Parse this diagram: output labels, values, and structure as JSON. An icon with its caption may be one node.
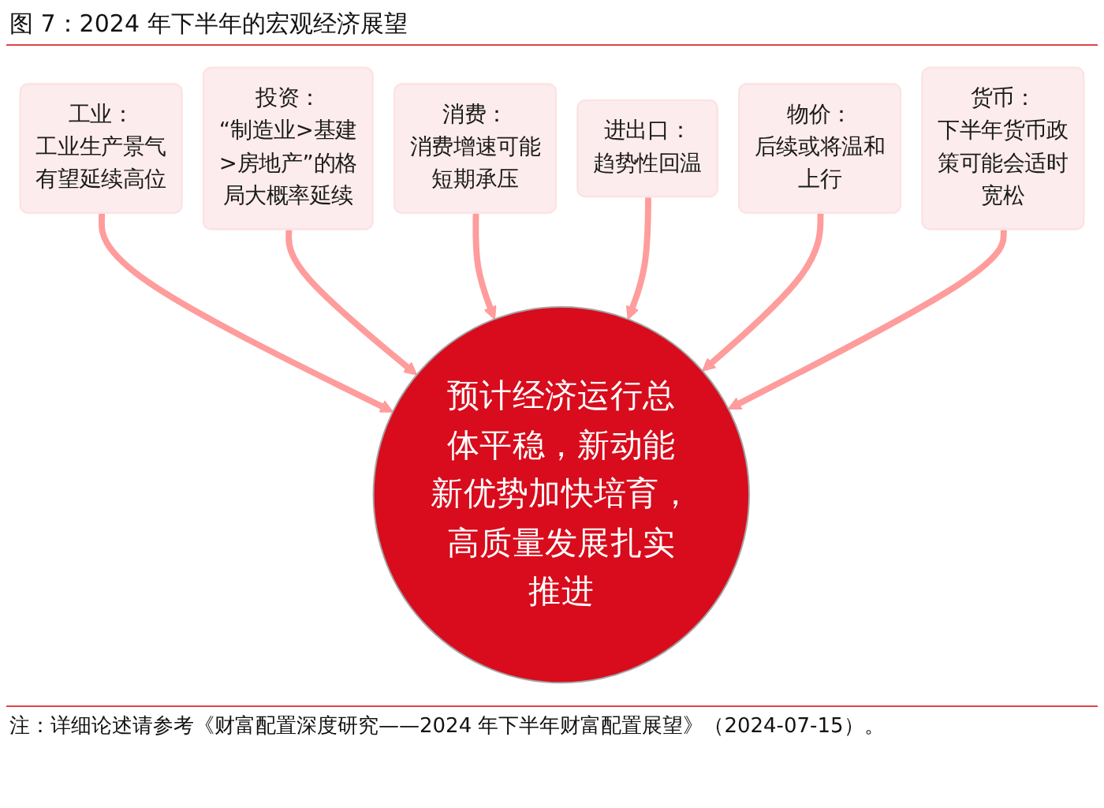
{
  "diagram": {
    "title": "图 7：2024 年下半年的宏观经济展望",
    "caption": "注：详细论述请参考《财富配置深度研究——2024 年下半年财富配置展望》（2024-07-15）。",
    "nodes": [
      {
        "text": [
          "工业：",
          "工业生产景气有望延续高位"
        ]
      },
      {
        "text": [
          "投资：",
          "“制造业>基建>房地产”的格局大概率延续"
        ]
      },
      {
        "text": [
          "消费：",
          "消费增速可能短期承压"
        ]
      },
      {
        "text": [
          "进出口：",
          "趋势性回温"
        ]
      },
      {
        "text": [
          "物价：",
          "后续或将温和上行"
        ]
      },
      {
        "text": [
          "货币：",
          "下半年货币政策可能会适时宽松"
        ]
      },
      {
        "text": [
          "预计经济运行总体平稳，新动能新优势加快培育，高质量发展扎实推进"
        ]
      }
    ],
    "edges": [
      {
        "from": 0,
        "to": 6,
        "arrow": "to"
      },
      {
        "from": 1,
        "to": 6,
        "arrow": "to"
      },
      {
        "from": 2,
        "to": 6,
        "arrow": "to"
      },
      {
        "from": 3,
        "to": 6,
        "arrow": "to"
      },
      {
        "from": 4,
        "to": 6,
        "arrow": "to"
      },
      {
        "from": 5,
        "to": 6,
        "arrow": "to"
      }
    ]
  }
}
